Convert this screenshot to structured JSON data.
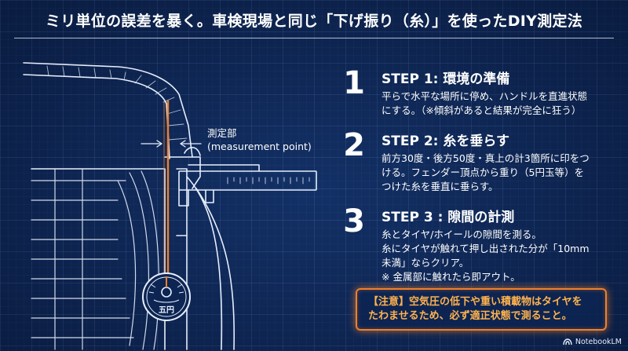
{
  "title": "ミリ単位の誤差を暴く。車検現場と同じ「下げ振り（糸）」を使ったDIY測定法",
  "measurement_label": {
    "line1": "測定部",
    "line2": "(measurement point)"
  },
  "coin_text": "五円",
  "steps": [
    {
      "number": "1",
      "title": "STEP 1: 環境の準備",
      "body": "平らで水平な場所に停め、ハンドルを直進状態\nにする。（※傾斜があると結果が完全に狂う）"
    },
    {
      "number": "2",
      "title": "STEP 2: 糸を垂らす",
      "body": "前方30度・後方50度・真上の計3箇所に印をつ\nける。フェンダー頂点から重り（5円玉等）を\nつけた糸を垂直に垂らす。"
    },
    {
      "number": "3",
      "title": "STEP 3 : 隙間の計測",
      "body": "糸とタイヤ/ホイールの隙間を測る。\n糸にタイヤが触れて押し出された分が「10mm\n未満」ならクリア。\n※ 金属部に触れたら即アウト。"
    }
  ],
  "warning": "【注意】空気圧の低下や重い積載物はタイヤを\nたわませるため、必ず適正状態で測ること。",
  "logo_text": "NotebookLM",
  "colors": {
    "background": "#0d2552",
    "line": "#e6eefc",
    "thread": "#f0802a",
    "warning": "#ffb24d"
  }
}
